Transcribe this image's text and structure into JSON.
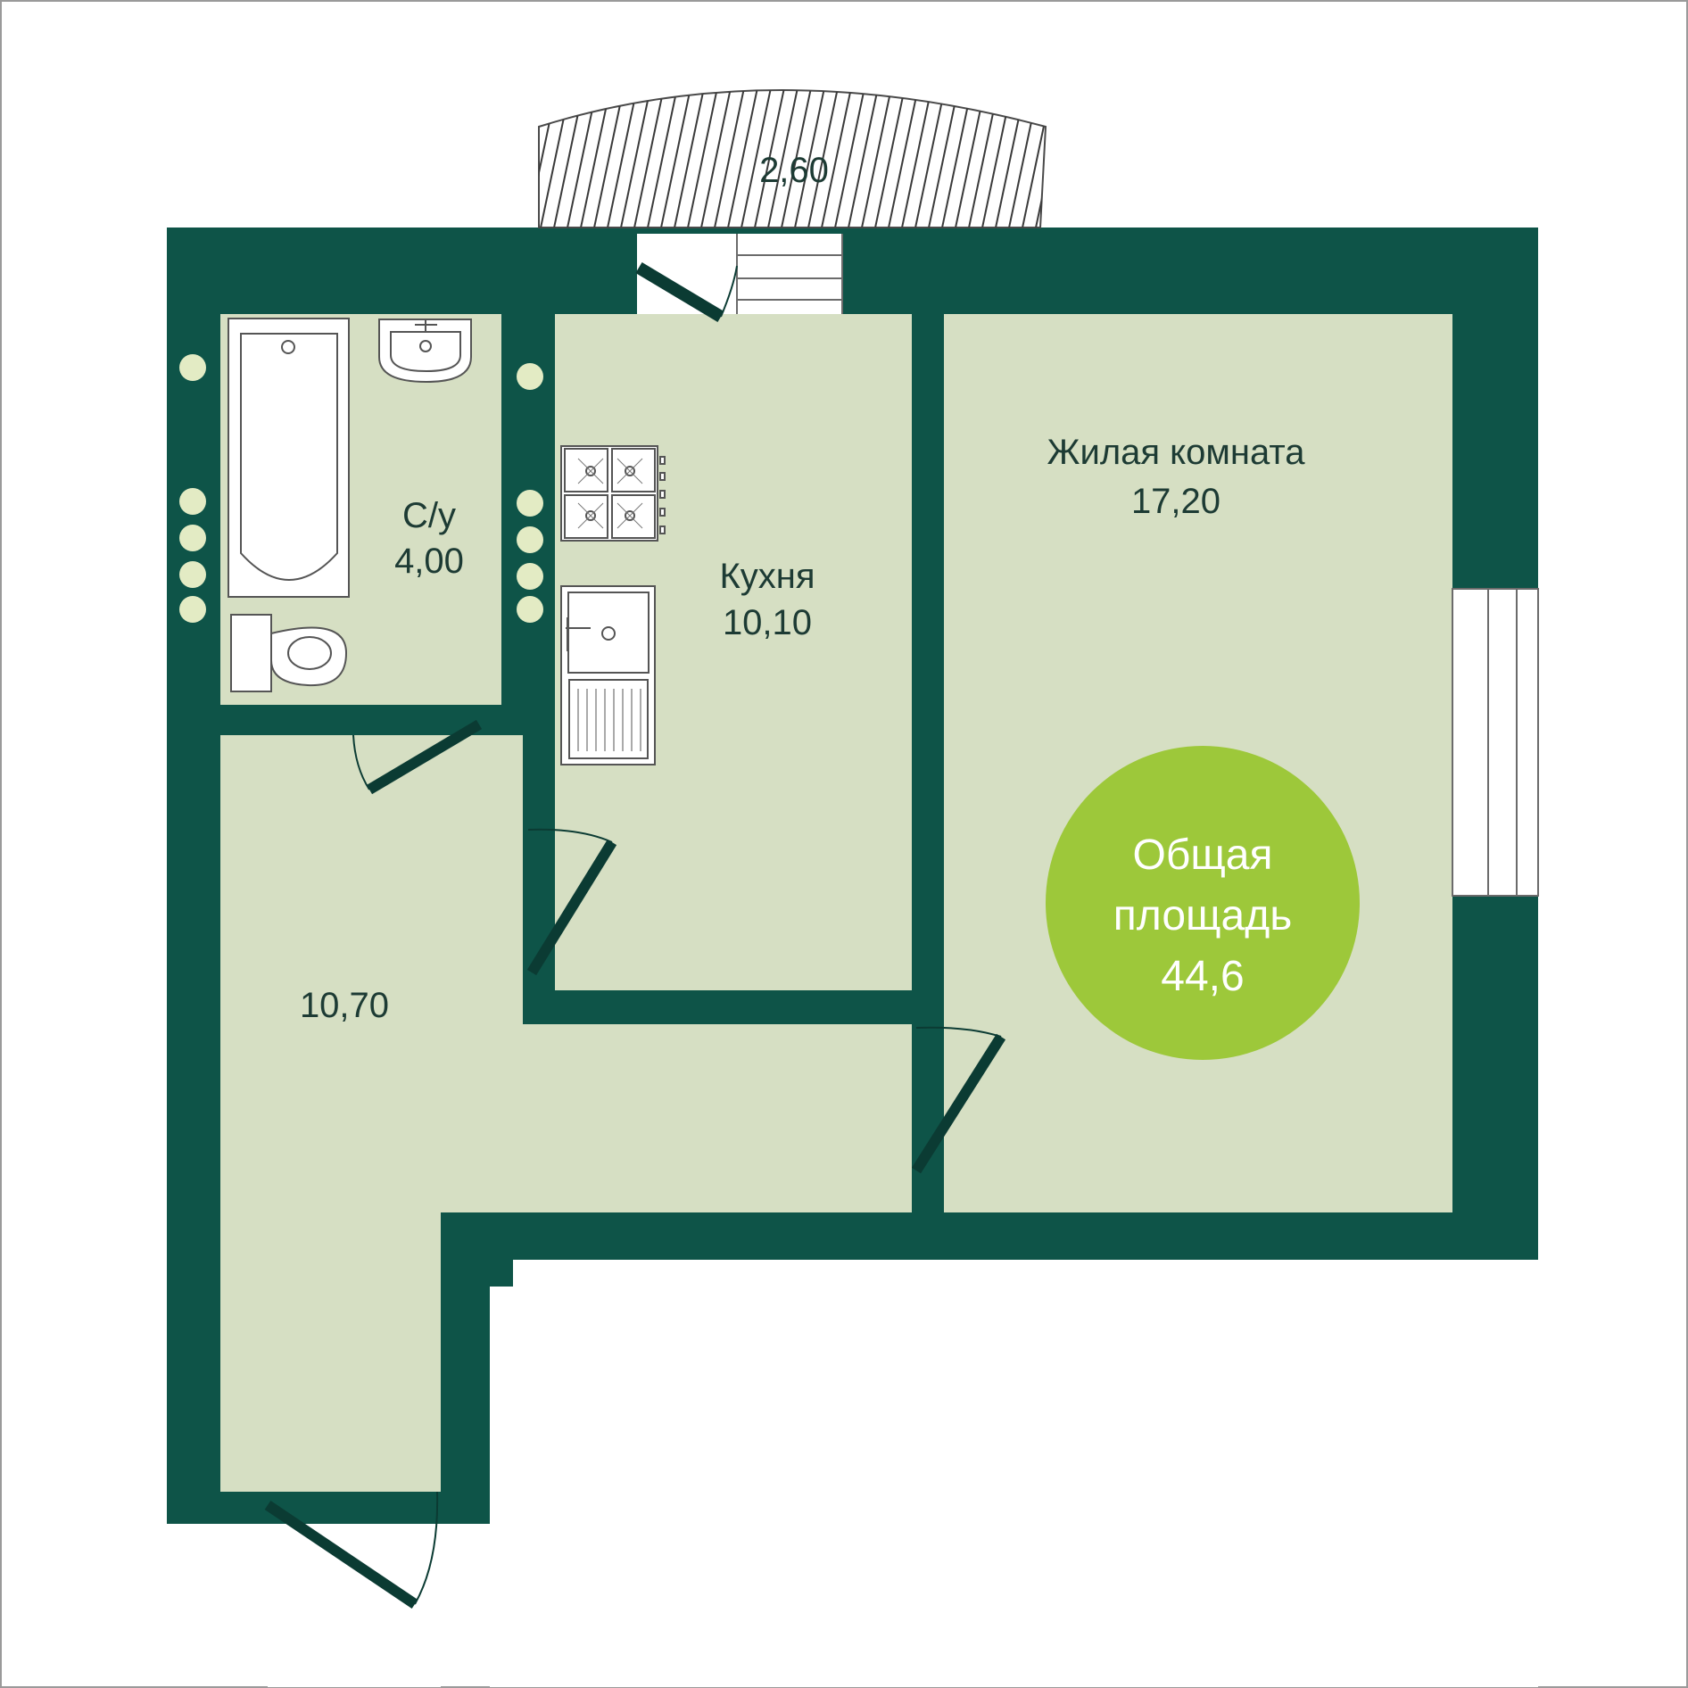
{
  "colors": {
    "wall": "#0e5448",
    "floor": "#d6dfc3",
    "accent": "#9dc83a",
    "door": "#0b3b33",
    "outline": "#4a4a4a",
    "text": "#1d3b34",
    "fixture_dot": "#e3ebc4"
  },
  "rooms": {
    "balcony": {
      "area": "2,60"
    },
    "bathroom": {
      "name": "С/у",
      "area": "4,00"
    },
    "kitchen": {
      "name": "Кухня",
      "area": "10,10"
    },
    "living_room": {
      "name": "Жилая комната",
      "area": "17,20"
    },
    "hallway": {
      "area": "10,70"
    }
  },
  "total": {
    "line1": "Общая",
    "line2": "площадь",
    "value": "44,6"
  },
  "fixtures": [
    "bathtub-icon",
    "washbasin-icon",
    "toilet-icon",
    "stove-icon",
    "kitchen-sink-icon"
  ]
}
